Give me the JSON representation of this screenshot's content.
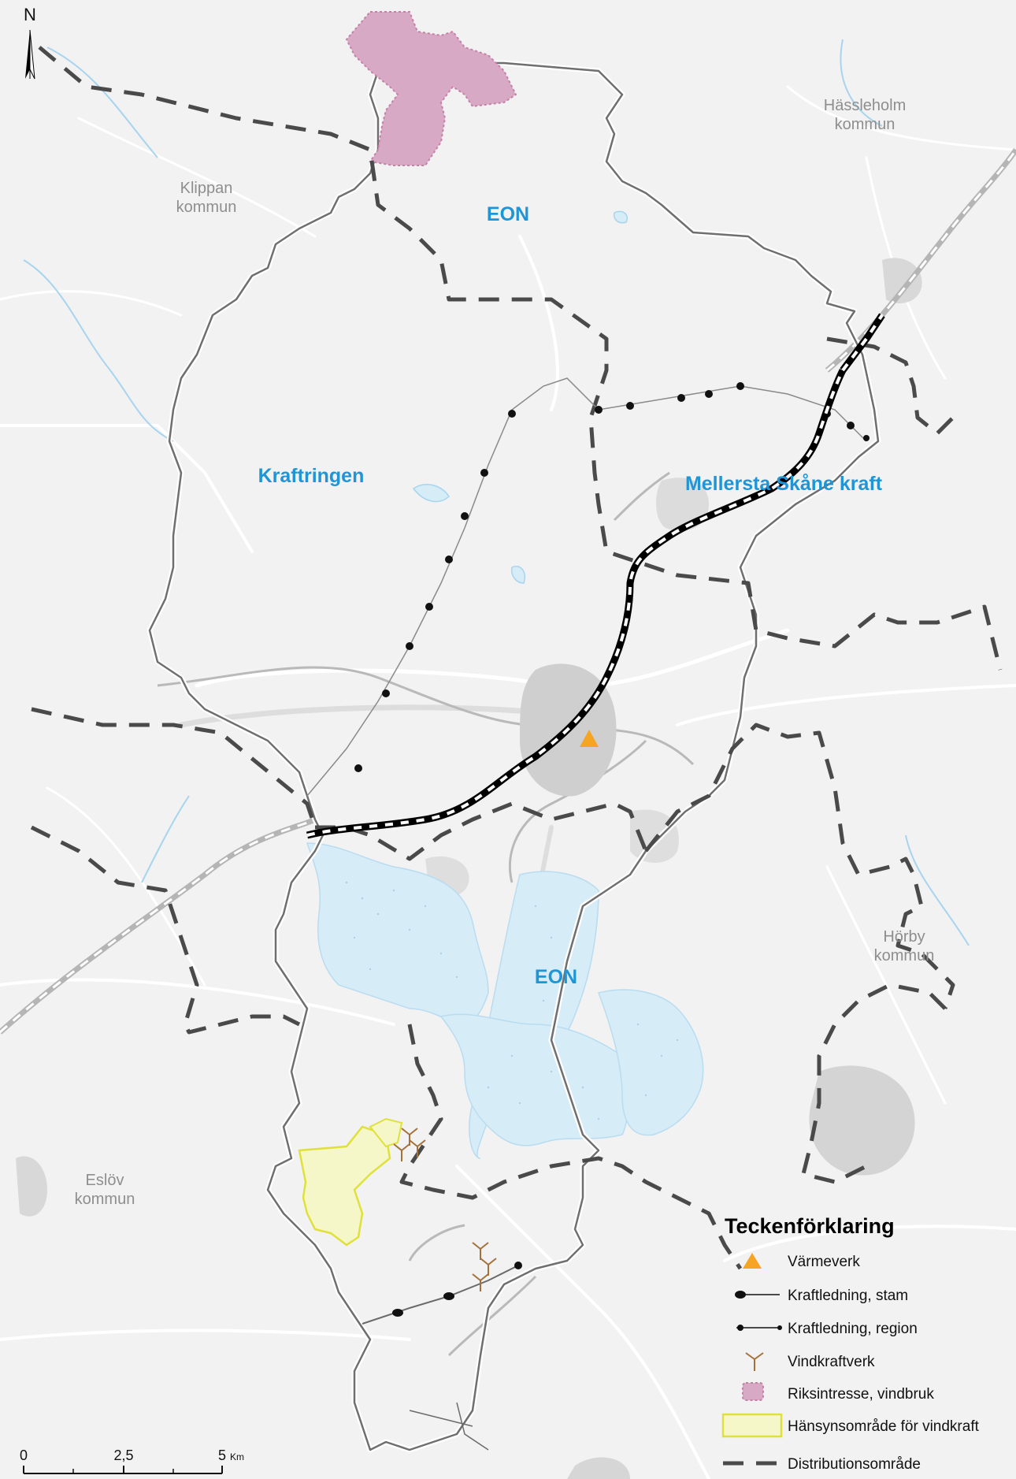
{
  "map": {
    "north_label": "N",
    "municipalities": [
      {
        "id": "klippan",
        "line1": "Klippan",
        "line2": "kommun"
      },
      {
        "id": "hassleholm",
        "line1": "Hässleholm",
        "line2": "kommun"
      },
      {
        "id": "horby",
        "line1": "Hörby",
        "line2": "kommun"
      },
      {
        "id": "eslov",
        "line1": "Eslöv",
        "line2": "kommun"
      }
    ],
    "distribution_areas": [
      {
        "id": "eon-north",
        "name": "EON"
      },
      {
        "id": "kraftringen",
        "name": "Kraftringen"
      },
      {
        "id": "mellersta",
        "name": "Mellersta Skåne kraft"
      },
      {
        "id": "eon-south",
        "name": "EON"
      }
    ],
    "colors": {
      "distribution_label": "#1f95d6",
      "riksintresse_fill": "#d7a9c5",
      "riksintresse_stroke": "#c77fa6",
      "hansyn_stroke": "#dfe13a",
      "vindkraft": "#a4713a",
      "varmeverk": "#f5a523",
      "water": "#d6ecf7"
    }
  },
  "legend": {
    "title": "Teckenförklaring",
    "items": [
      {
        "id": "varmeverk",
        "label": "Värmeverk"
      },
      {
        "id": "stam",
        "label": "Kraftledning, stam"
      },
      {
        "id": "region",
        "label": "Kraftledning, region"
      },
      {
        "id": "vindkraft",
        "label": "Vindkraftverk"
      },
      {
        "id": "riksintresse",
        "label": "Riksintresse, vindbruk"
      },
      {
        "id": "hansyn",
        "label": "Hänsynsområde för vindkraft"
      },
      {
        "id": "distribution",
        "label": "Distributionsområde"
      }
    ]
  },
  "scalebar": {
    "labels": [
      "0",
      "2,5",
      "5"
    ],
    "unit": "Km"
  }
}
